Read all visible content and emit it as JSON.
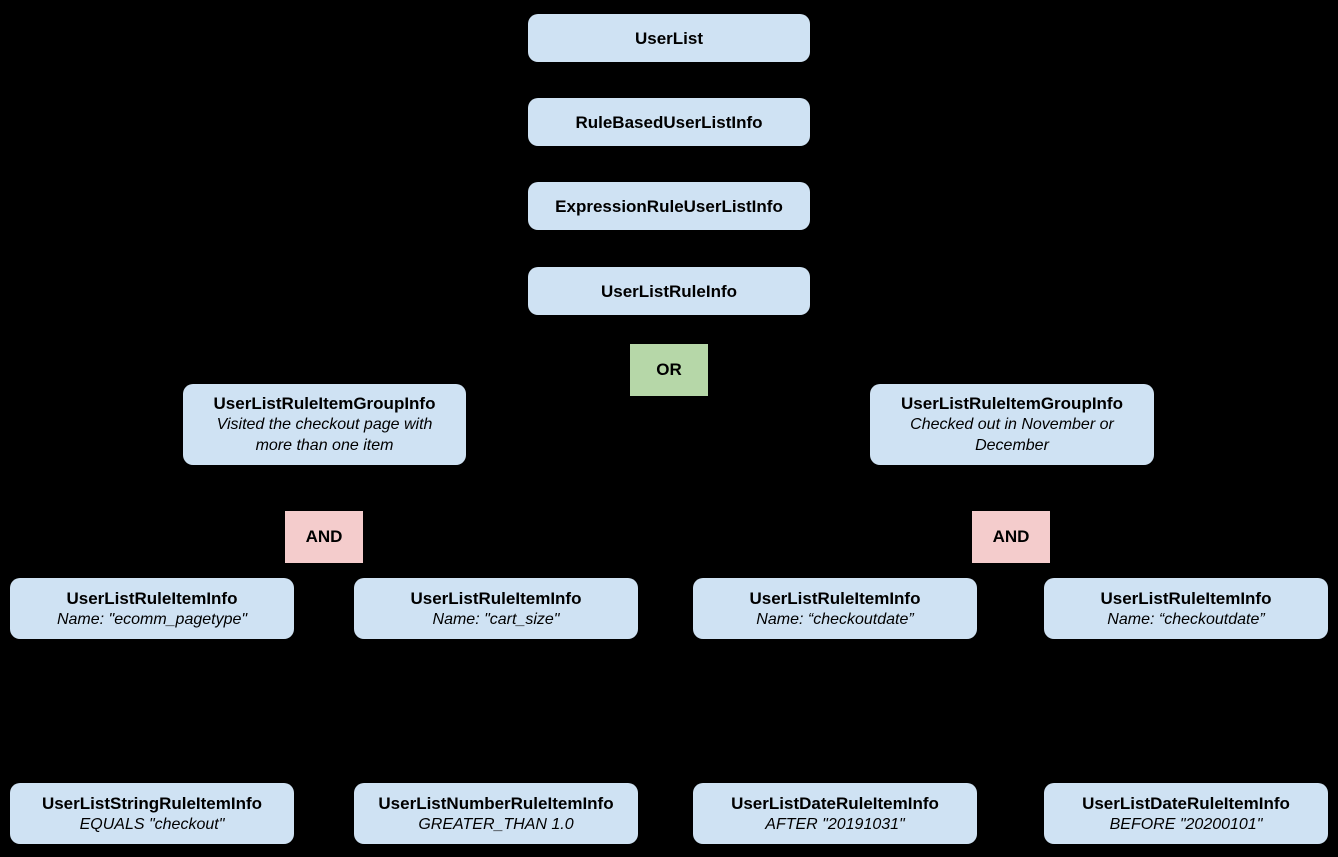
{
  "diagram": {
    "chain": {
      "user_list": "UserList",
      "rule_based_user_list_info": "RuleBasedUserListInfo",
      "expression_rule_user_list_info": "ExpressionRuleUserListInfo",
      "user_list_rule_info": "UserListRuleInfo"
    },
    "or_label": "OR",
    "and_label": "AND",
    "groups": {
      "left": {
        "title": "UserListRuleItemGroupInfo",
        "description": "Visited the checkout page with more than one item"
      },
      "right": {
        "title": "UserListRuleItemGroupInfo",
        "description": "Checked out in November or December"
      }
    },
    "rule_items": [
      {
        "title": "UserListRuleItemInfo",
        "detail": "Name: \"ecomm_pagetype\""
      },
      {
        "title": "UserListRuleItemInfo",
        "detail": "Name: \"cart_size\""
      },
      {
        "title": "UserListRuleItemInfo",
        "detail": "Name: “checkoutdate”"
      },
      {
        "title": "UserListRuleItemInfo",
        "detail": "Name: “checkoutdate”"
      }
    ],
    "operand_items": [
      {
        "title": "UserListStringRuleItemInfo",
        "detail": "EQUALS \"checkout\""
      },
      {
        "title": "UserListNumberRuleItemInfo",
        "detail": "GREATER_THAN 1.0"
      },
      {
        "title": "UserListDateRuleItemInfo",
        "detail": "AFTER \"20191031\""
      },
      {
        "title": "UserListDateRuleItemInfo",
        "detail": "BEFORE \"20200101\""
      }
    ],
    "colors": {
      "background": "#000000",
      "node_fill": "#cfe2f3",
      "or_fill": "#b6d7a8",
      "and_fill": "#f4cccc",
      "text": "#000000"
    }
  }
}
